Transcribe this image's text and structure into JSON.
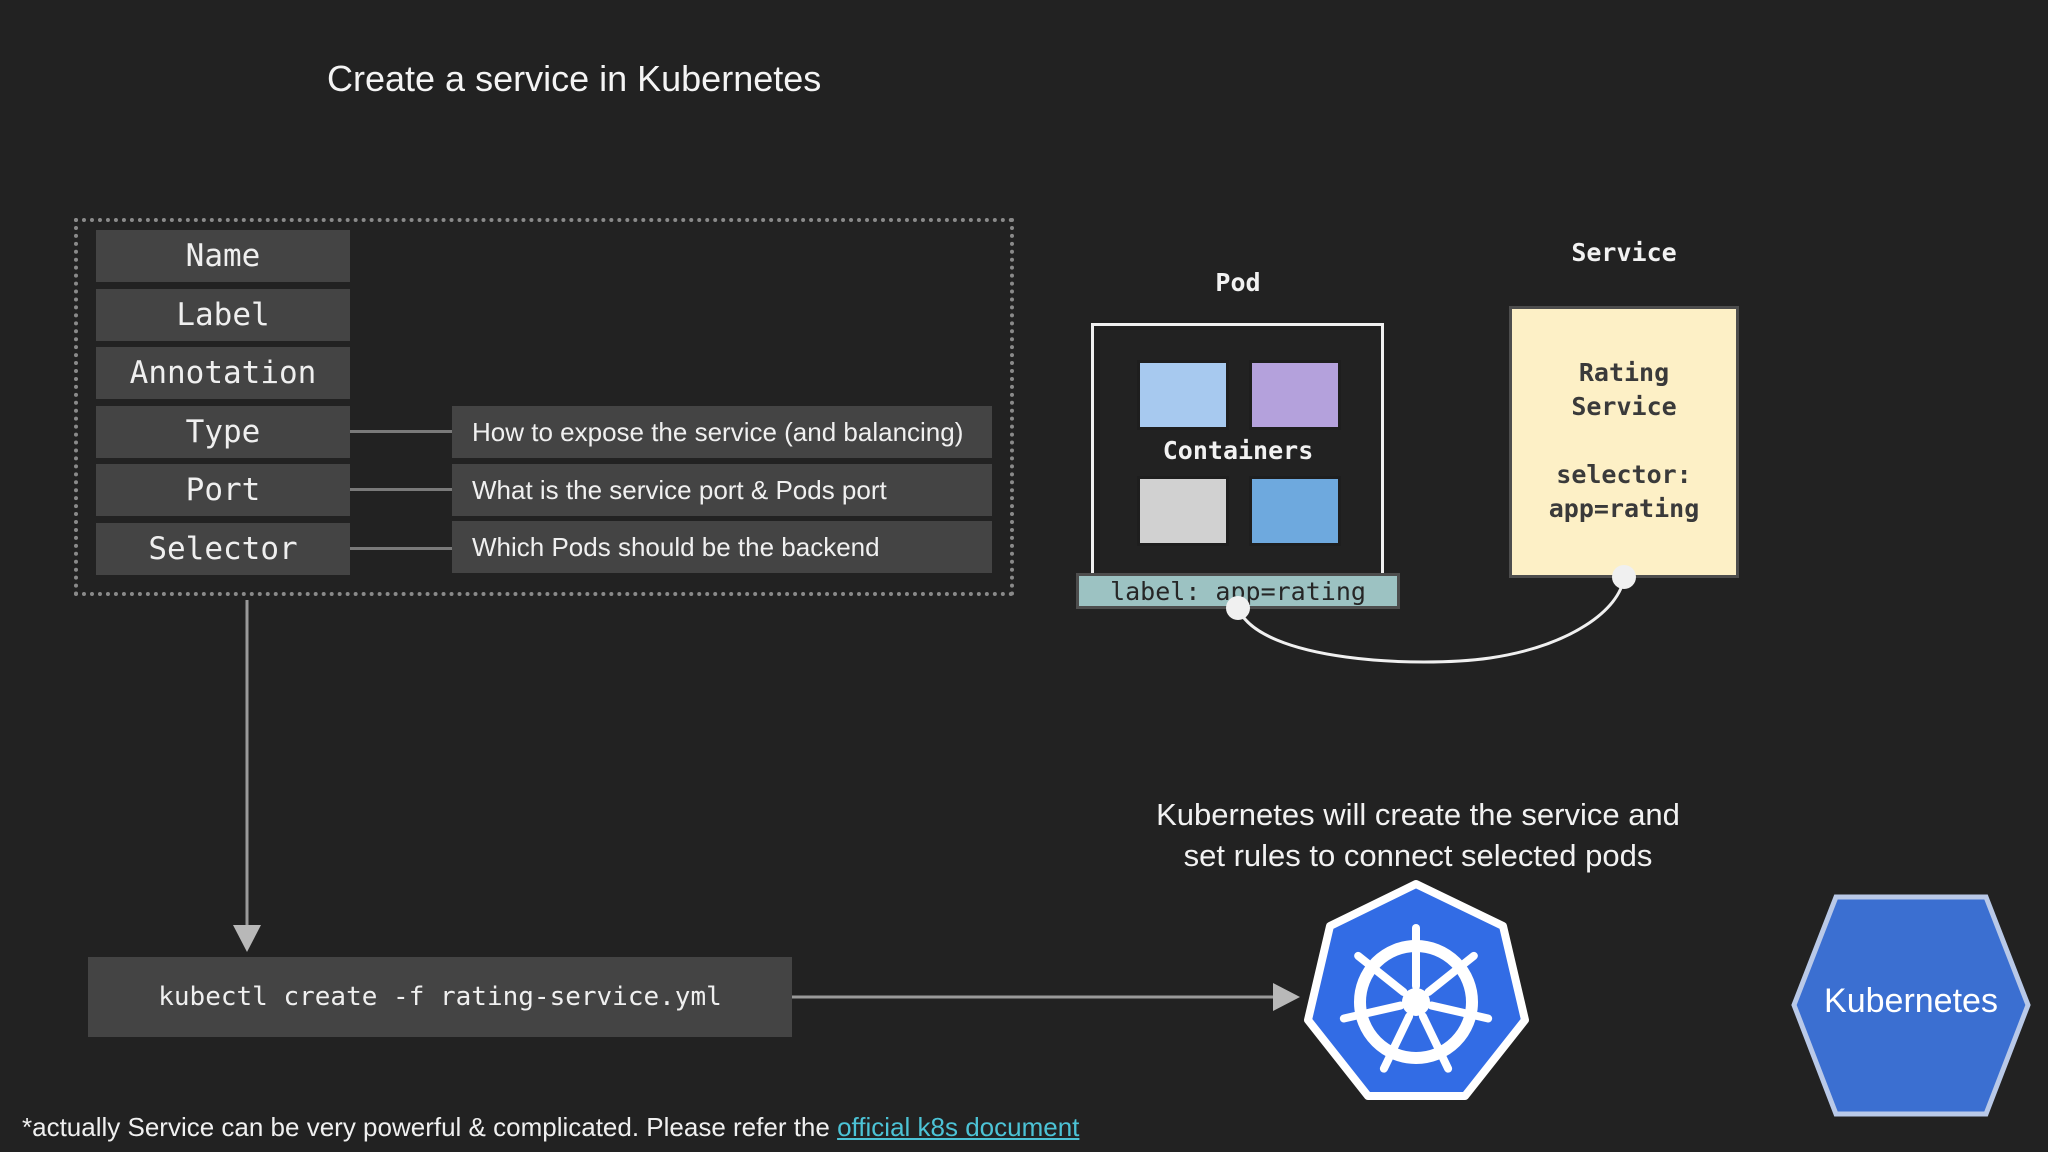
{
  "title": "Create a service in Kubernetes",
  "fields": [
    {
      "label": "Name"
    },
    {
      "label": "Label"
    },
    {
      "label": "Annotation"
    },
    {
      "label": "Type",
      "description": "How to expose the service (and balancing)"
    },
    {
      "label": "Port",
      "description": "What is the service port & Pods port"
    },
    {
      "label": "Selector",
      "description": "Which Pods should be the backend"
    }
  ],
  "command": "kubectl create -f rating-service.yml",
  "pod": {
    "heading": "Pod",
    "containers_label": "Containers",
    "label_tag": "label: app=rating",
    "container_colors": [
      "#a7c9ef",
      "#b4a1dc",
      "#d1d1d1",
      "#6ea9de"
    ]
  },
  "service": {
    "heading": "Service",
    "line1": "Rating",
    "line2": "Service",
    "line3": "selector:",
    "line4": "app=rating"
  },
  "caption": {
    "line1": "Kubernetes will create the service and",
    "line2": "set rules to connect selected pods"
  },
  "kubernetes_hexagon_label": "Kubernetes",
  "footnote": {
    "text": "*actually Service can be very powerful & complicated. Please refer the ",
    "link_text": "official k8s document"
  },
  "colors": {
    "background": "#222222",
    "field_bg": "#444444",
    "k8s_blue": "#326ce5",
    "hexagon_blue": "#3b6fd1",
    "link": "#4cc3d6",
    "service_fill": "#fdf0c6",
    "pod_label_fill": "#9cc2c2"
  },
  "icons": {
    "k8s_logo": "kubernetes-helm-wheel-icon"
  }
}
